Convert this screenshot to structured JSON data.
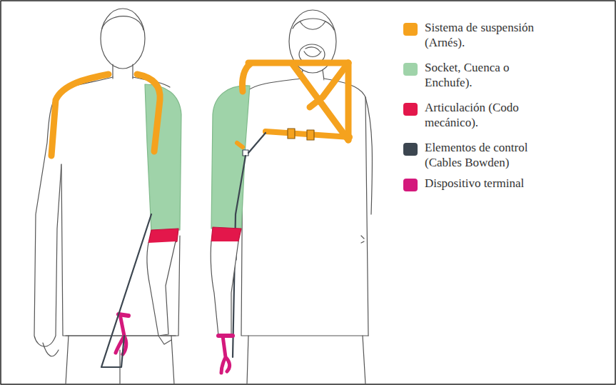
{
  "diagram": {
    "legend": [
      {
        "text": "Sistema de suspensión (Arnés).",
        "color": "#f5a21e"
      },
      {
        "text": "Socket, Cuenca o Enchufe).",
        "color": "#9fd3a9"
      },
      {
        "text": "Articulación (Codo mecánico).",
        "color": "#e3174b"
      },
      {
        "text": "Elementos de control (Cables Bowden)",
        "color": "#3c4650"
      },
      {
        "text": "Dispositivo terminal",
        "color": "#d4197c"
      }
    ]
  }
}
